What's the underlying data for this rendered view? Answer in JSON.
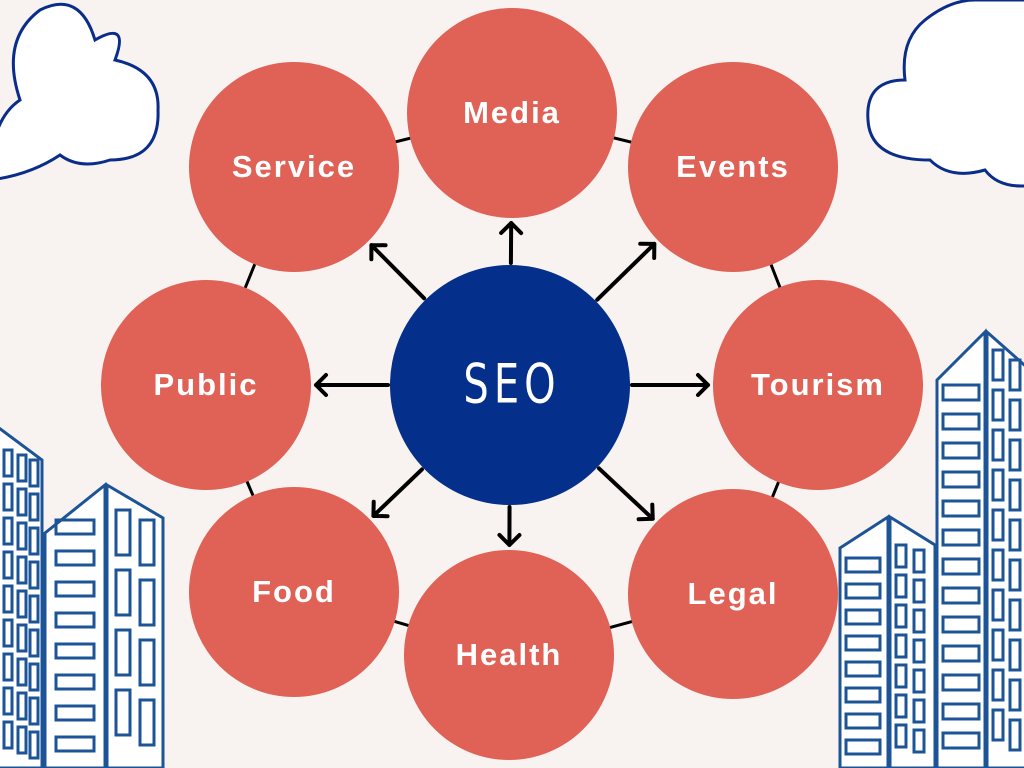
{
  "center": {
    "label": "SEO",
    "color": "#042f8a"
  },
  "nodes": [
    {
      "label": "Media"
    },
    {
      "label": "Events"
    },
    {
      "label": "Tourism"
    },
    {
      "label": "Legal"
    },
    {
      "label": "Health"
    },
    {
      "label": "Food"
    },
    {
      "label": "Public"
    },
    {
      "label": "Service"
    }
  ],
  "colors": {
    "node": "#e06155",
    "background": "#f8f3f0",
    "building": "#1d5497",
    "cloud": "#0a2d8a"
  }
}
